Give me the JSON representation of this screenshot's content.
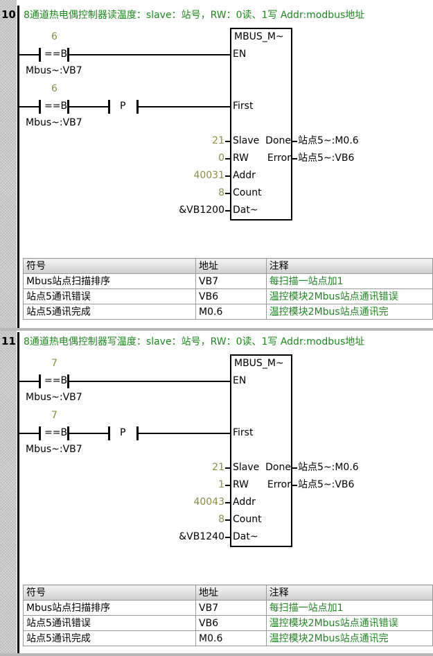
{
  "networks": [
    {
      "number": "10",
      "title": "8通道热电偶控制器读温度：slave：站号，RW：0读、1写 Addr:modbus地址",
      "rung1": {
        "compare_value": "6",
        "compare_op": "==B",
        "operand": "Mbus~:VB7"
      },
      "rung2": {
        "compare_value": "6",
        "compare_op": "==B",
        "operand": "Mbus~:VB7",
        "edge": "P"
      },
      "block": {
        "name": "MBUS_M~",
        "pins": {
          "en": "EN",
          "first": "First",
          "slave": "Slave",
          "rw": "RW",
          "addr": "Addr",
          "count": "Count",
          "data": "Dat~",
          "done": "Done",
          "error": "Error"
        },
        "inputs": {
          "slave": "21",
          "rw": "0",
          "addr": "40031",
          "count": "8",
          "data": "&VB1200"
        },
        "outputs": {
          "done": "站点5~:M0.6",
          "error": "站点5~:VB6"
        }
      },
      "table": {
        "headers": [
          "符号",
          "地址",
          "注释"
        ],
        "rows": [
          [
            "Mbus站点扫描排序",
            "VB7",
            "每扫描一站点加1"
          ],
          [
            "站点5通讯错误",
            "VB6",
            "温控模块2Mbus站点通讯错误"
          ],
          [
            "站点5通讯完成",
            "M0.6",
            "温控模块2Mbus站点通讯完"
          ]
        ]
      }
    },
    {
      "number": "11",
      "title": "8通道热电偶控制器写温度：slave：站号，RW：0读、1写 Addr:modbus地址",
      "rung1": {
        "compare_value": "7",
        "compare_op": "==B",
        "operand": "Mbus~:VB7"
      },
      "rung2": {
        "compare_value": "7",
        "compare_op": "==B",
        "operand": "Mbus~:VB7",
        "edge": "P"
      },
      "block": {
        "name": "MBUS_M~",
        "pins": {
          "en": "EN",
          "first": "First",
          "slave": "Slave",
          "rw": "RW",
          "addr": "Addr",
          "count": "Count",
          "data": "Dat~",
          "done": "Done",
          "error": "Error"
        },
        "inputs": {
          "slave": "21",
          "rw": "1",
          "addr": "40043",
          "count": "8",
          "data": "&VB1240"
        },
        "outputs": {
          "done": "站点5~:M0.6",
          "error": "站点5~:VB6"
        }
      },
      "table": {
        "headers": [
          "符号",
          "地址",
          "注释"
        ],
        "rows": [
          [
            "Mbus站点扫描排序",
            "VB7",
            "每扫描一站点加1"
          ],
          [
            "站点5通讯错误",
            "VB6",
            "温控模块2Mbus站点通讯错误"
          ],
          [
            "站点5通讯完成",
            "M0.6",
            "温控模块2Mbus站点通讯完"
          ]
        ]
      }
    }
  ]
}
